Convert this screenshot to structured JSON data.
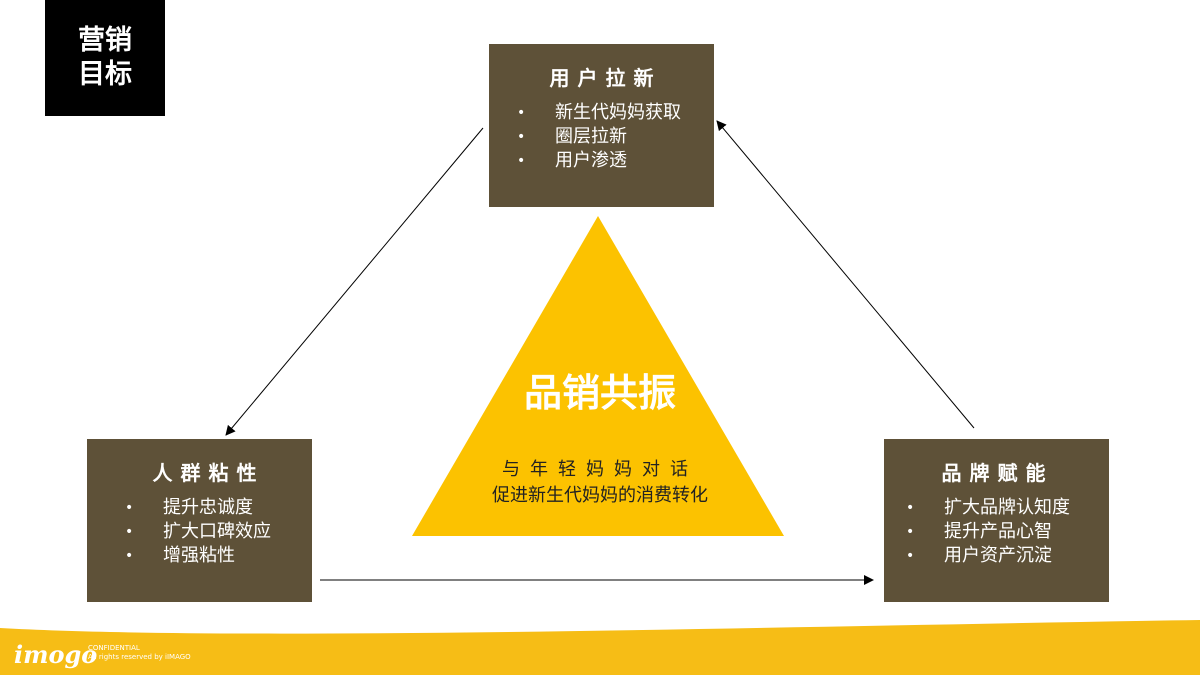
{
  "tag": {
    "line1": "营销",
    "line2": "目标"
  },
  "top": {
    "title": "用户拉新",
    "items": [
      "新生代妈妈获取",
      "圈层拉新",
      "用户渗透"
    ]
  },
  "left": {
    "title": "人群粘性",
    "items": [
      "提升忠诚度",
      "扩大口碑效应",
      "增强粘性"
    ]
  },
  "right": {
    "title": "品牌赋能",
    "items": [
      "扩大品牌认知度",
      "提升产品心智",
      "用户资产沉淀"
    ]
  },
  "center": {
    "title": "品销共振",
    "line1": "与年轻妈妈对话",
    "line2": "促进新生代妈妈的消费转化"
  },
  "footer": {
    "logo": "imogo",
    "confidential": "CONFIDENTIAL",
    "rights": "All rights reserved by iIMAGO"
  },
  "colors": {
    "box": "#5e5138",
    "triangle": "#fcc200",
    "footer": "#f6bd16"
  }
}
